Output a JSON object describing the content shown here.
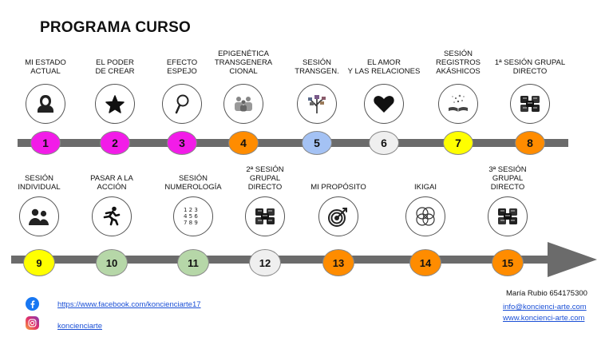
{
  "title": "PROGRAMA CURSO",
  "colors": {
    "magenta": "#f21ce8",
    "orange": "#ff8c00",
    "blue": "#a4c2f4",
    "light_gray": "#efefef",
    "yellow": "#ffff00",
    "green": "#b6d7a8",
    "bar": "#6b6b6b",
    "link": "#1a4fd6"
  },
  "steps": [
    {
      "number": "1",
      "label": [
        "MI ESTADO",
        "ACTUAL"
      ],
      "icon": "woman-icon",
      "color": "#f21ce8"
    },
    {
      "number": "2",
      "label": [
        "EL PODER",
        "DE CREAR"
      ],
      "icon": "star-icon",
      "color": "#f21ce8"
    },
    {
      "number": "3",
      "label": [
        "EFECTO",
        "ESPEJO"
      ],
      "icon": "mirror-icon",
      "color": "#f21ce8"
    },
    {
      "number": "4",
      "label": [
        "EPIGENÉTICA",
        "TRANSGENERA",
        "CIONAL"
      ],
      "icon": "family-icon",
      "color": "#ff8c00"
    },
    {
      "number": "5",
      "label": [
        "SESIÓN",
        "TRANSGEN."
      ],
      "icon": "family-tree-icon",
      "color": "#a4c2f4"
    },
    {
      "number": "6",
      "label": [
        "EL AMOR",
        "Y LAS RELACIONES"
      ],
      "icon": "heart-icon",
      "color": "#efefef"
    },
    {
      "number": "7",
      "label": [
        "SESIÓN",
        "REGISTROS",
        "AKÁSHICOS"
      ],
      "icon": "magic-book-icon",
      "color": "#ffff00"
    },
    {
      "number": "8",
      "label": [
        "1ª SESIÓN GRUPAL",
        "DIRECTO"
      ],
      "icon": "group-hands-icon",
      "color": "#ff8c00"
    },
    {
      "number": "9",
      "label": [
        "SESIÓN",
        "INDIVIDUAL"
      ],
      "icon": "people-icon",
      "color": "#ffff00"
    },
    {
      "number": "10",
      "label": [
        "PASAR A LA",
        "ACCIÓN"
      ],
      "icon": "running-icon",
      "color": "#b6d7a8"
    },
    {
      "number": "11",
      "label": [
        "SESIÓN",
        "NUMEROLOGÍA"
      ],
      "icon": "numbers-icon",
      "color": "#b6d7a8"
    },
    {
      "number": "12",
      "label": [
        "2ª SESIÓN",
        "GRUPAL",
        "DIRECTO"
      ],
      "icon": "group-hands-icon",
      "color": "#efefef"
    },
    {
      "number": "13",
      "label": [
        "MI PROPÓSITO"
      ],
      "icon": "target-icon",
      "color": "#ff8c00"
    },
    {
      "number": "14",
      "label": [
        "IKIGAI"
      ],
      "icon": "venn-icon",
      "color": "#ff8c00"
    },
    {
      "number": "15",
      "label": [
        "3ª SESIÓN",
        "GRUPAL",
        "DIRECTO"
      ],
      "icon": "group-hands-icon",
      "color": "#ff8c00"
    }
  ],
  "contact": {
    "facebook_url": "https://www.facebook.com/koncienciarte17",
    "instagram": "koncienciarte",
    "name_phone": "María Rubio  654175300",
    "email": "info@koncienci-arte.com",
    "web": "www.koncienci-arte.com"
  }
}
